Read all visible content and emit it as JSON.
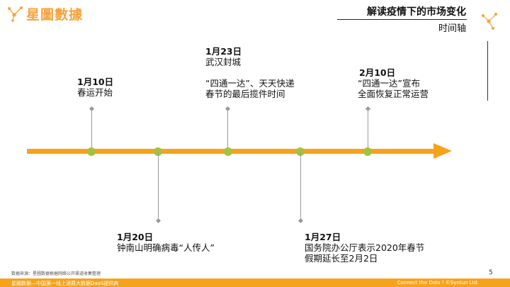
{
  "brand": {
    "name": "星圖數據",
    "color": "#F7A23B"
  },
  "header": {
    "title": "解读疫情下的市场变化",
    "subtitle": "时间轴"
  },
  "colors": {
    "axis": "#F7A21B",
    "node": "#A7C13C",
    "stem": "#9a9a9a"
  },
  "events": [
    {
      "date": "1月10日",
      "lines": [
        "春运开始"
      ]
    },
    {
      "date": "1月20日",
      "lines": [
        "钟南山明确病毒“人传人”"
      ]
    },
    {
      "date": "1月23日",
      "lines": [
        "武汉封城",
        "",
        "“四通一达”、天天快递",
        "春节的最后揽件时间"
      ]
    },
    {
      "date": "1月27日",
      "lines": [
        "国务院办公厅表示2020年春节",
        "假期延长至2月2日"
      ]
    },
    {
      "date": "2月10日",
      "lines": [
        "“四通一达”宣布",
        "全面恢复正常运营"
      ]
    }
  ],
  "footer": {
    "source": "数据来源：星圖数据根据网络公开渠道收集整理",
    "page_number": "5",
    "tagline": "星圖数据—中国第一线上消费大数据DaaS提供商",
    "copyright": "Connect the Dots ! ©Syntun Ltd."
  }
}
